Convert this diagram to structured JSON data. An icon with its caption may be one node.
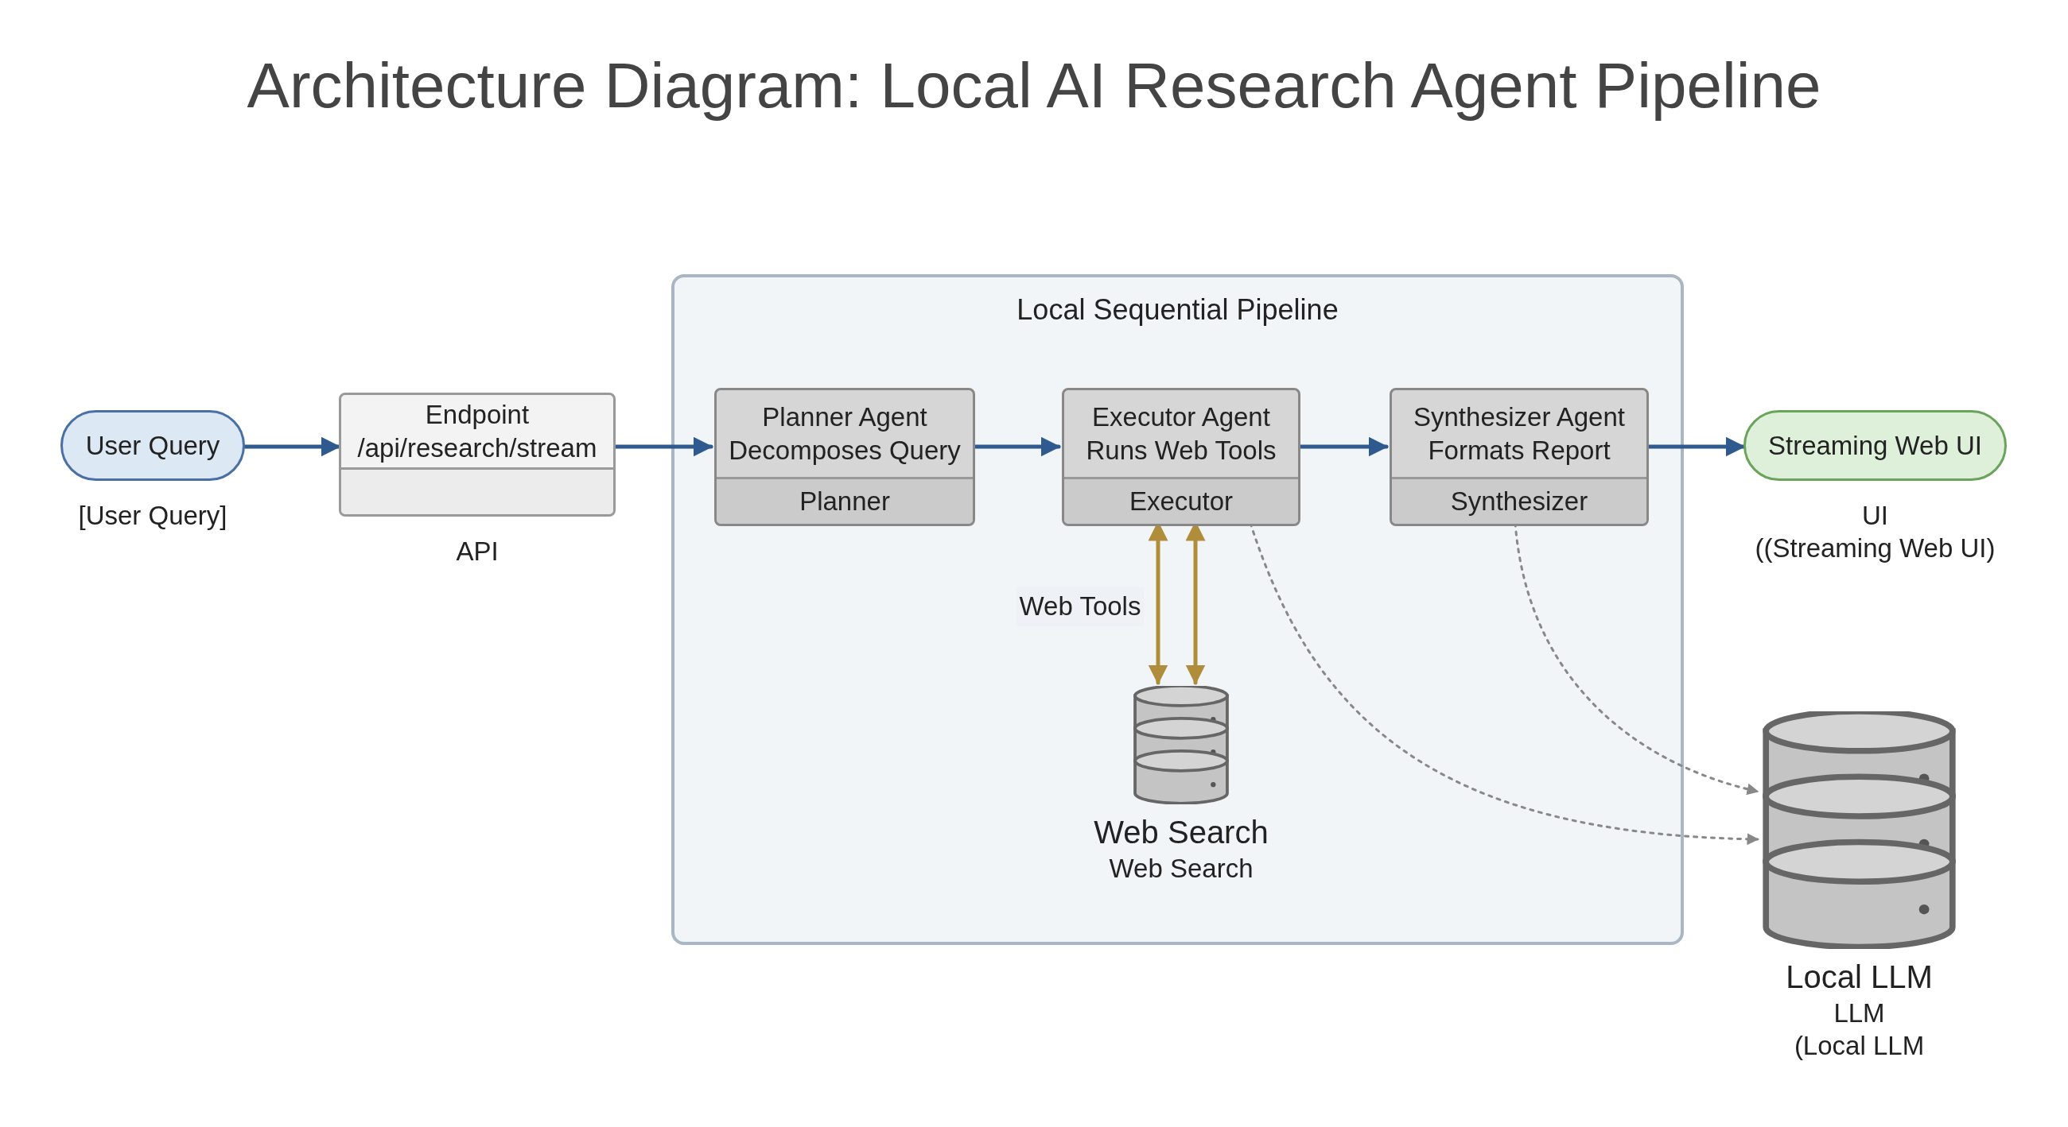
{
  "diagram": {
    "title": "Architecture Diagram: Local AI Research Agent Pipeline",
    "nodes": [
      {
        "text": [
          "User Query"
        ],
        "beside": [
          "[User Query]"
        ]
      },
      {
        "text": [
          "Endpoint",
          "/api/research/stream"
        ],
        "beside": [
          "API"
        ]
      },
      {
        "text": [
          "Local Sequential Pipeline"
        ]
      },
      {
        "text": [
          "Planner Agent",
          "Decomposes Query",
          "Planner"
        ],
        "in": 2
      },
      {
        "text": [
          "Executor Agent",
          "Runs Web Tools",
          "Executor"
        ],
        "in": 2
      },
      {
        "text": [
          "Synthesizer Agent",
          "Formats Report",
          "Synthesizer"
        ],
        "in": 2
      },
      {
        "text": [
          "Streaming Web UI"
        ],
        "beside": [
          "UI",
          "((Streaming Web UI)"
        ]
      },
      {
        "text": [],
        "shape": "cylinder",
        "in": 2,
        "beside": [
          "Web Search",
          "Web Search"
        ]
      },
      {
        "text": [],
        "shape": "cylinder",
        "beside": [
          "Local LLM",
          "LLM",
          "(Local LLM"
        ]
      }
    ],
    "edges": [
      {
        "from": 0,
        "to": 1,
        "arrow": "to"
      },
      {
        "from": 1,
        "to": 3,
        "arrow": "to"
      },
      {
        "from": 3,
        "to": 4,
        "arrow": "to"
      },
      {
        "from": 4,
        "to": 5,
        "arrow": "to"
      },
      {
        "from": 5,
        "to": 6,
        "arrow": "to"
      },
      {
        "from": 4,
        "to": 7,
        "arrow": "both",
        "label": "Web Tools",
        "color": "#b08d3a"
      },
      {
        "from": 4,
        "to": 7,
        "arrow": "both",
        "color": "#b08d3a"
      },
      {
        "from": 4,
        "to": 8,
        "arrow": "to",
        "style": "dashed",
        "color": "#888888"
      },
      {
        "from": 5,
        "to": 8,
        "arrow": "to",
        "style": "dashed",
        "color": "#888888"
      }
    ]
  }
}
